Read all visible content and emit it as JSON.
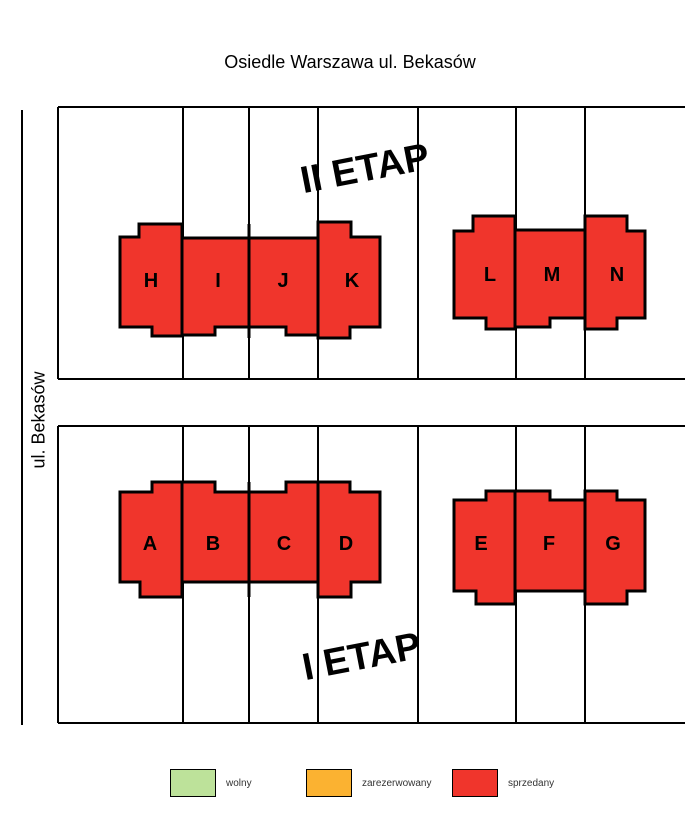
{
  "title": "Osiedle Warszawa ul. Bekasów",
  "street": "ul. Bekasów",
  "stages": {
    "upper": "II ETAP",
    "lower": "I ETAP"
  },
  "colors": {
    "wolny": "#bde29a",
    "zarezerwowany": "#fbb231",
    "sprzedany": "#f0352c",
    "outline": "#000000"
  },
  "buildings": [
    {
      "id": "A",
      "status": "sprzedany"
    },
    {
      "id": "B",
      "status": "sprzedany"
    },
    {
      "id": "C",
      "status": "sprzedany"
    },
    {
      "id": "D",
      "status": "sprzedany"
    },
    {
      "id": "E",
      "status": "sprzedany"
    },
    {
      "id": "F",
      "status": "sprzedany"
    },
    {
      "id": "G",
      "status": "sprzedany"
    },
    {
      "id": "H",
      "status": "sprzedany"
    },
    {
      "id": "I",
      "status": "sprzedany"
    },
    {
      "id": "J",
      "status": "sprzedany"
    },
    {
      "id": "K",
      "status": "sprzedany"
    },
    {
      "id": "L",
      "status": "sprzedany"
    },
    {
      "id": "M",
      "status": "sprzedany"
    },
    {
      "id": "N",
      "status": "sprzedany"
    }
  ],
  "legend": [
    {
      "key": "wolny",
      "label": "wolny"
    },
    {
      "key": "zarezerwowany",
      "label": "zarezerwowany"
    },
    {
      "key": "sprzedany",
      "label": "sprzedany"
    }
  ]
}
